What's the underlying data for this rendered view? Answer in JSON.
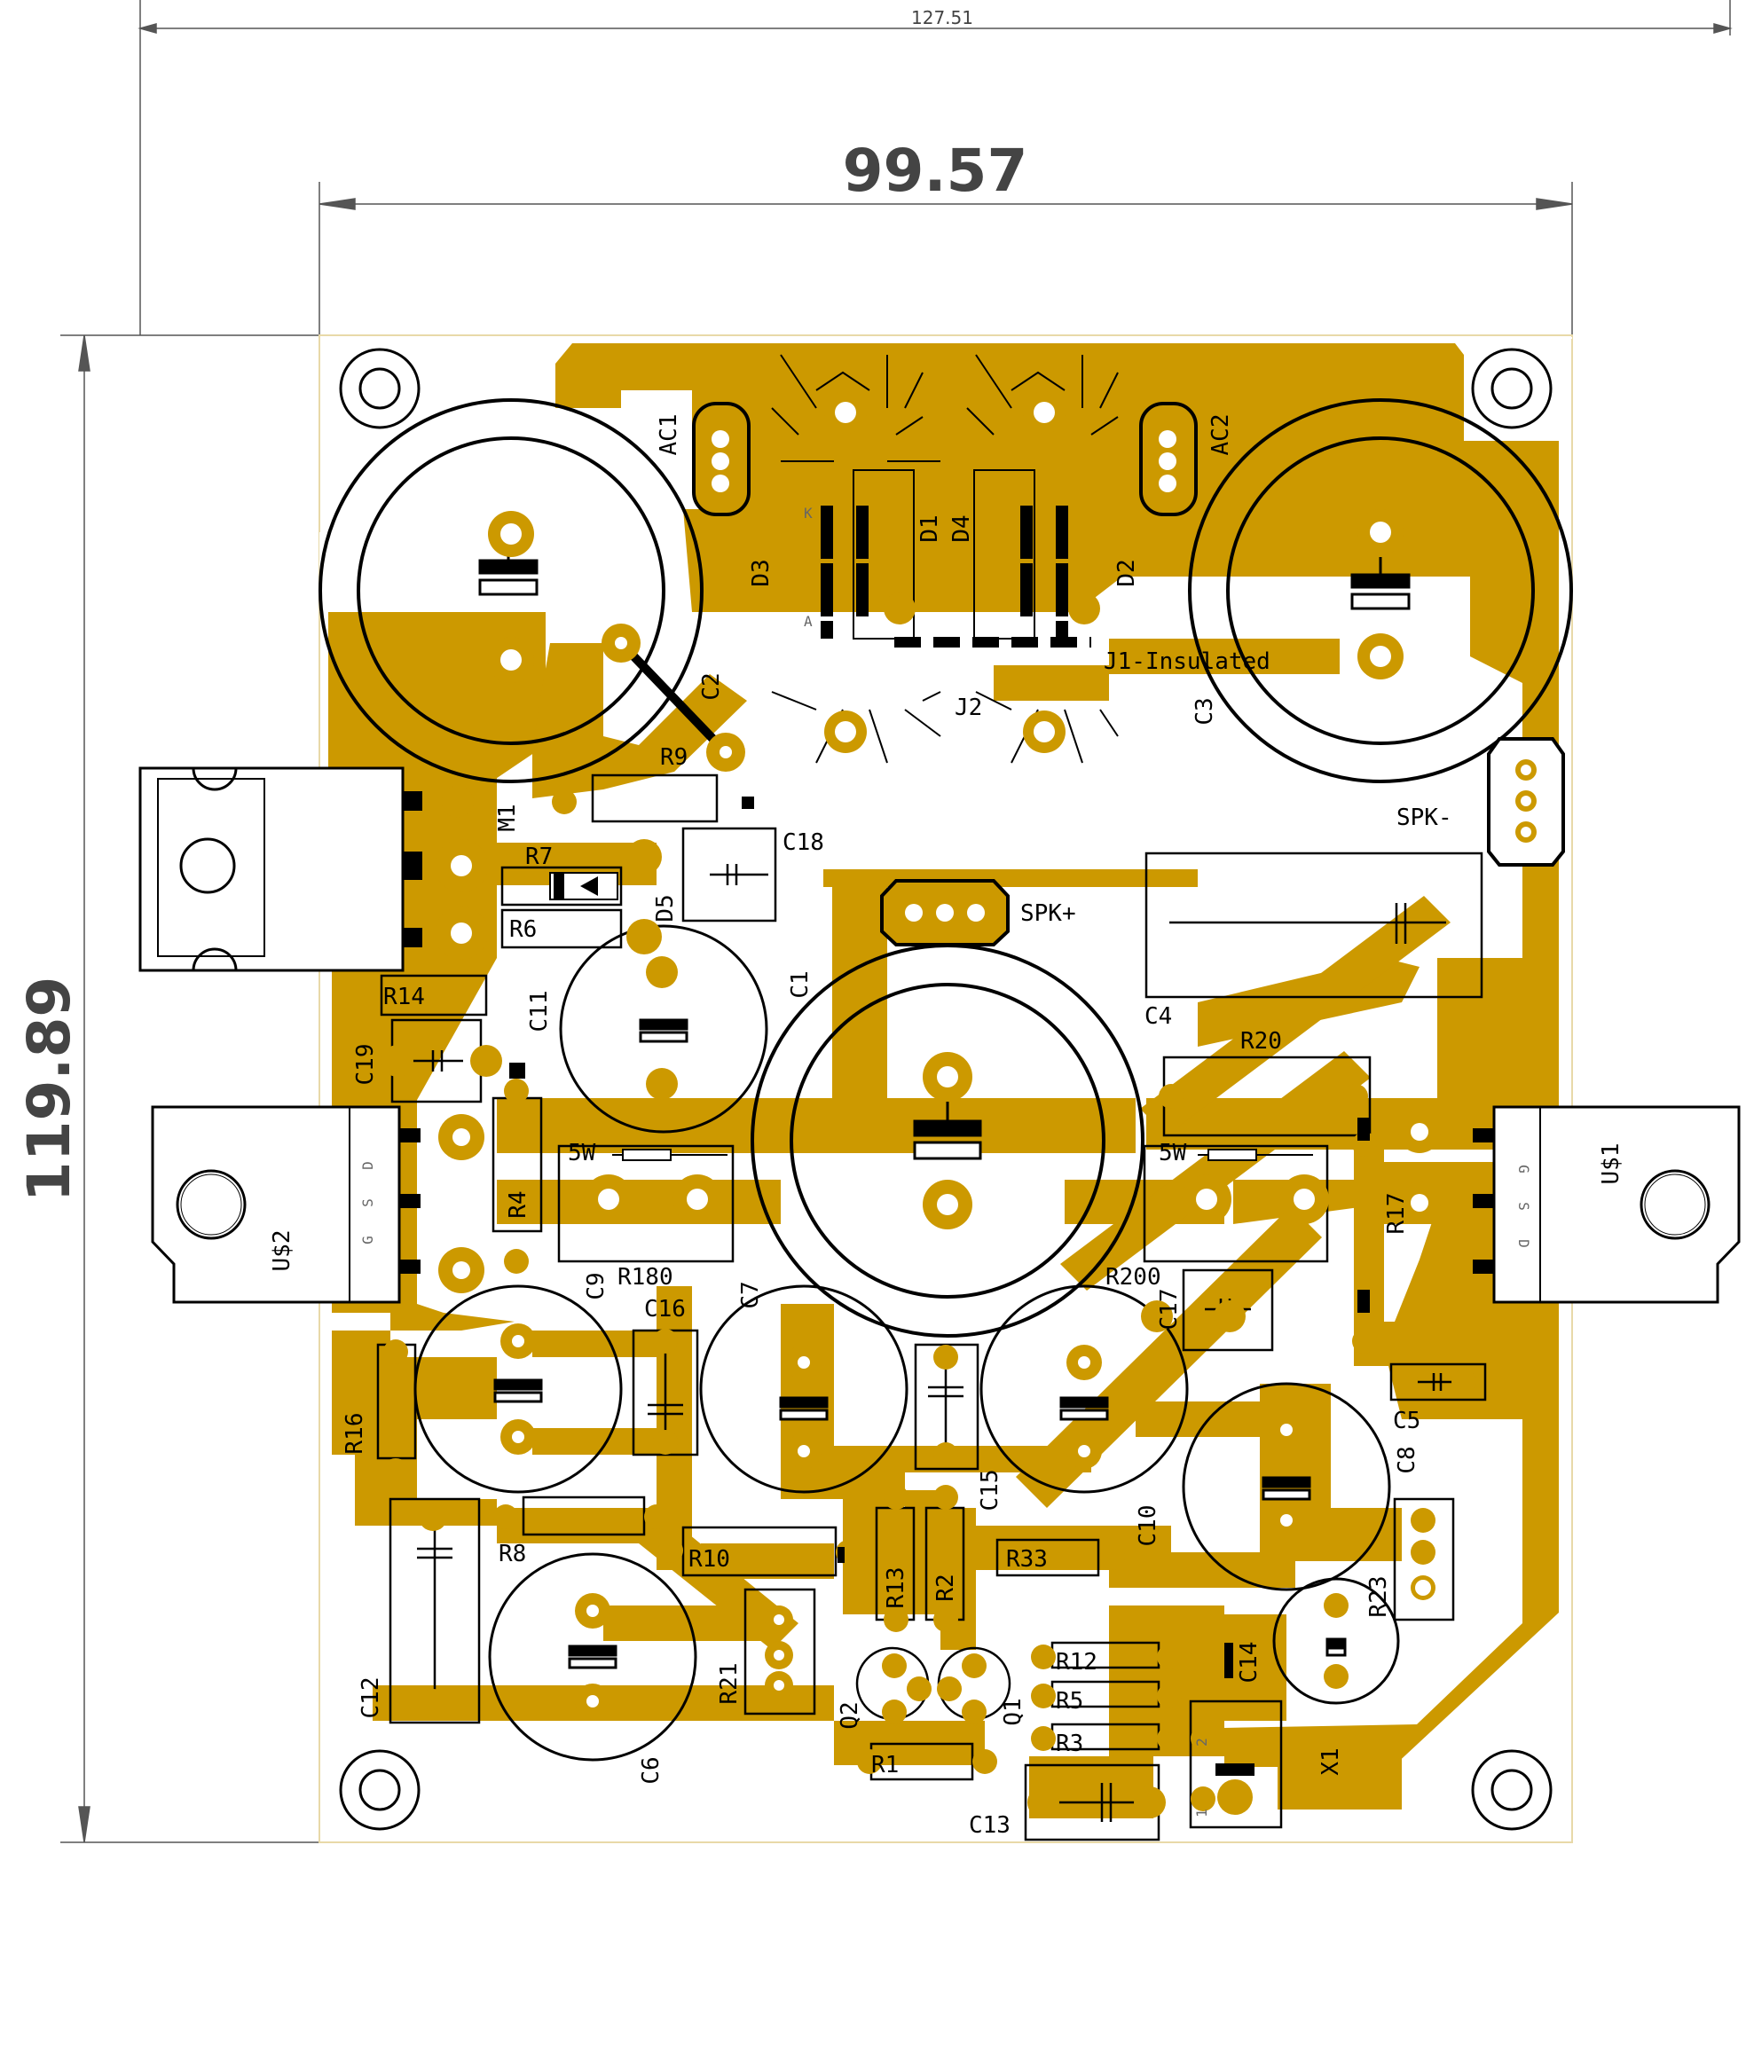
{
  "colors": {
    "copper": "#cc9900",
    "background": "#ffffff",
    "silkscreen": "#000000",
    "dimension": "#555555"
  },
  "dimensions": {
    "outer_width": "127.51",
    "board_width": "99.57",
    "board_height": "119.89"
  },
  "labels": {
    "AC1": "AC1",
    "AC2": "AC2",
    "D1": "D1",
    "D2": "D2",
    "D3": "D3",
    "D4": "D4",
    "D5": "D5",
    "C1": "C1",
    "C2": "C2",
    "C3": "C3",
    "C4": "C4",
    "C5": "C5",
    "C6": "C6",
    "C7": "C7",
    "C8": "C8",
    "C9": "C9",
    "C10": "C10",
    "C11": "C11",
    "C12": "C12",
    "C13": "C13",
    "C14": "C14",
    "C15": "C15",
    "C16": "C16",
    "C17": "C17",
    "C18": "C18",
    "C19": "C19",
    "R1": "R1",
    "R2": "R2",
    "R3": "R3",
    "R4": "R4",
    "R5": "R5",
    "R6": "R6",
    "R7": "R7",
    "R8": "R8",
    "R9": "R9",
    "R10": "R10",
    "R12": "R12",
    "R13": "R13",
    "R14": "R14",
    "R16": "R16",
    "R17": "R17",
    "R20": "R20",
    "R21": "R21",
    "R23": "R23",
    "R33": "R33",
    "R180": "R180",
    "R200": "R200",
    "J1": "J1-Insulated",
    "J2": "J2",
    "SPKP": "SPK+",
    "SPKN": "SPK-",
    "M1": "M1",
    "US1": "U$1",
    "US2": "U$2",
    "Q1": "Q1",
    "Q2": "Q2",
    "X1": "X1",
    "W5a": "5W",
    "W5b": "5W",
    "G1": "G",
    "S1": "S",
    "D1pin": "D",
    "G2": "G",
    "S2": "S",
    "D2pin": "D",
    "pin1": "1",
    "pin2": "2",
    "pA": "A",
    "pK": "K"
  }
}
